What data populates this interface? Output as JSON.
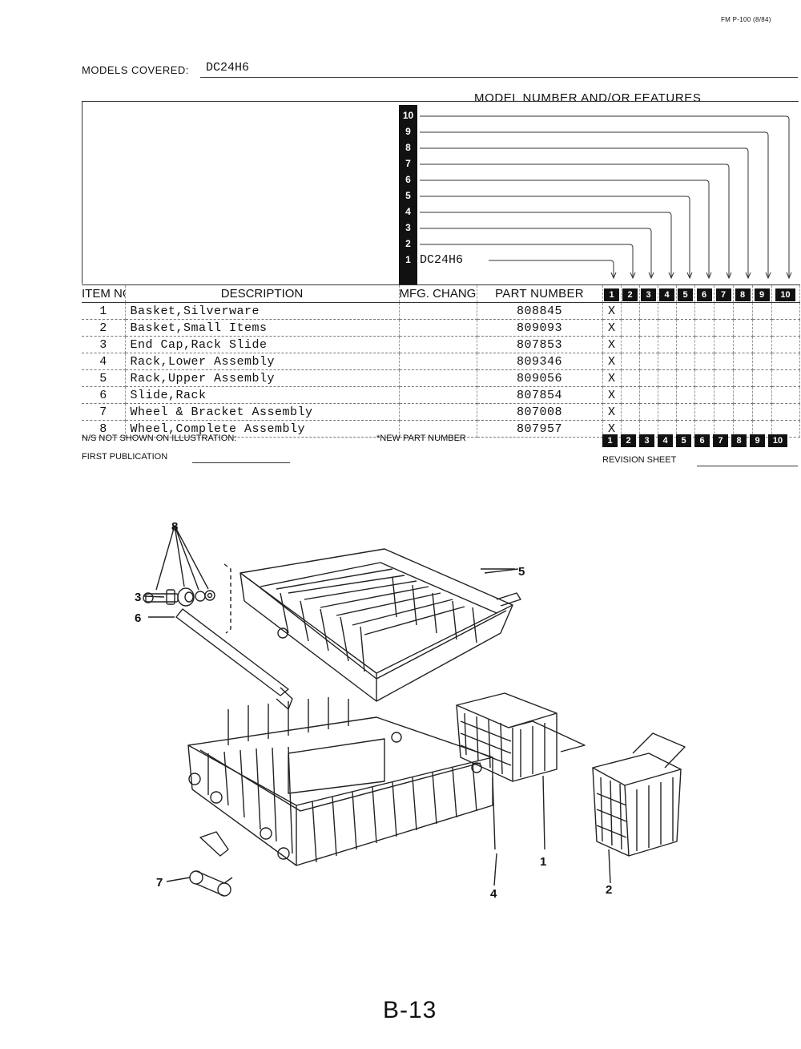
{
  "form_id": "FM P-100 (8/84)",
  "models_covered_label": "MODELS COVERED:",
  "models_covered_value": "DC24H6",
  "model_features_title": "MODEL NUMBER AND/OR FEATURES",
  "model_slots": [
    {
      "num": "10",
      "value": ""
    },
    {
      "num": "9",
      "value": ""
    },
    {
      "num": "8",
      "value": ""
    },
    {
      "num": "7",
      "value": ""
    },
    {
      "num": "6",
      "value": ""
    },
    {
      "num": "5",
      "value": ""
    },
    {
      "num": "4",
      "value": ""
    },
    {
      "num": "3",
      "value": ""
    },
    {
      "num": "2",
      "value": ""
    },
    {
      "num": "1",
      "value": "DC24H6"
    }
  ],
  "table_headers": {
    "item_no": "ITEM NO.",
    "description": "DESCRIPTION",
    "mfg_change_code": "MFG. CHANGE CODE",
    "part_number": "PART NUMBER"
  },
  "column_numbers": [
    "1",
    "2",
    "3",
    "4",
    "5",
    "6",
    "7",
    "8",
    "9",
    "10"
  ],
  "parts": [
    {
      "item": "1",
      "description": "Basket,Silverware",
      "part_number": "808845",
      "mark": "X"
    },
    {
      "item": "2",
      "description": "Basket,Small Items",
      "part_number": "809093",
      "mark": "X"
    },
    {
      "item": "3",
      "description": "End Cap,Rack Slide",
      "part_number": "807853",
      "mark": "X"
    },
    {
      "item": "4",
      "description": "Rack,Lower Assembly",
      "part_number": "809346",
      "mark": "X"
    },
    {
      "item": "5",
      "description": "Rack,Upper  Assembly",
      "part_number": "809056",
      "mark": "X"
    },
    {
      "item": "6",
      "description": "Slide,Rack",
      "part_number": "807854",
      "mark": "X"
    },
    {
      "item": "7",
      "description": "Wheel & Bracket Assembly",
      "part_number": "807008",
      "mark": "X"
    },
    {
      "item": "8",
      "description": "Wheel,Complete Assembly",
      "part_number": "807957",
      "mark": "X"
    }
  ],
  "footer": {
    "not_shown": "N/S NOT SHOWN ON ILLUSTRATION:",
    "new_part": "*NEW PART NUMBER",
    "first_publication": "FIRST PUBLICATION",
    "revision_sheet": "REVISION SHEET"
  },
  "illustration_callouts": [
    "8",
    "5",
    "3",
    "6",
    "1",
    "2",
    "7",
    "4"
  ],
  "page_number": "B-13"
}
